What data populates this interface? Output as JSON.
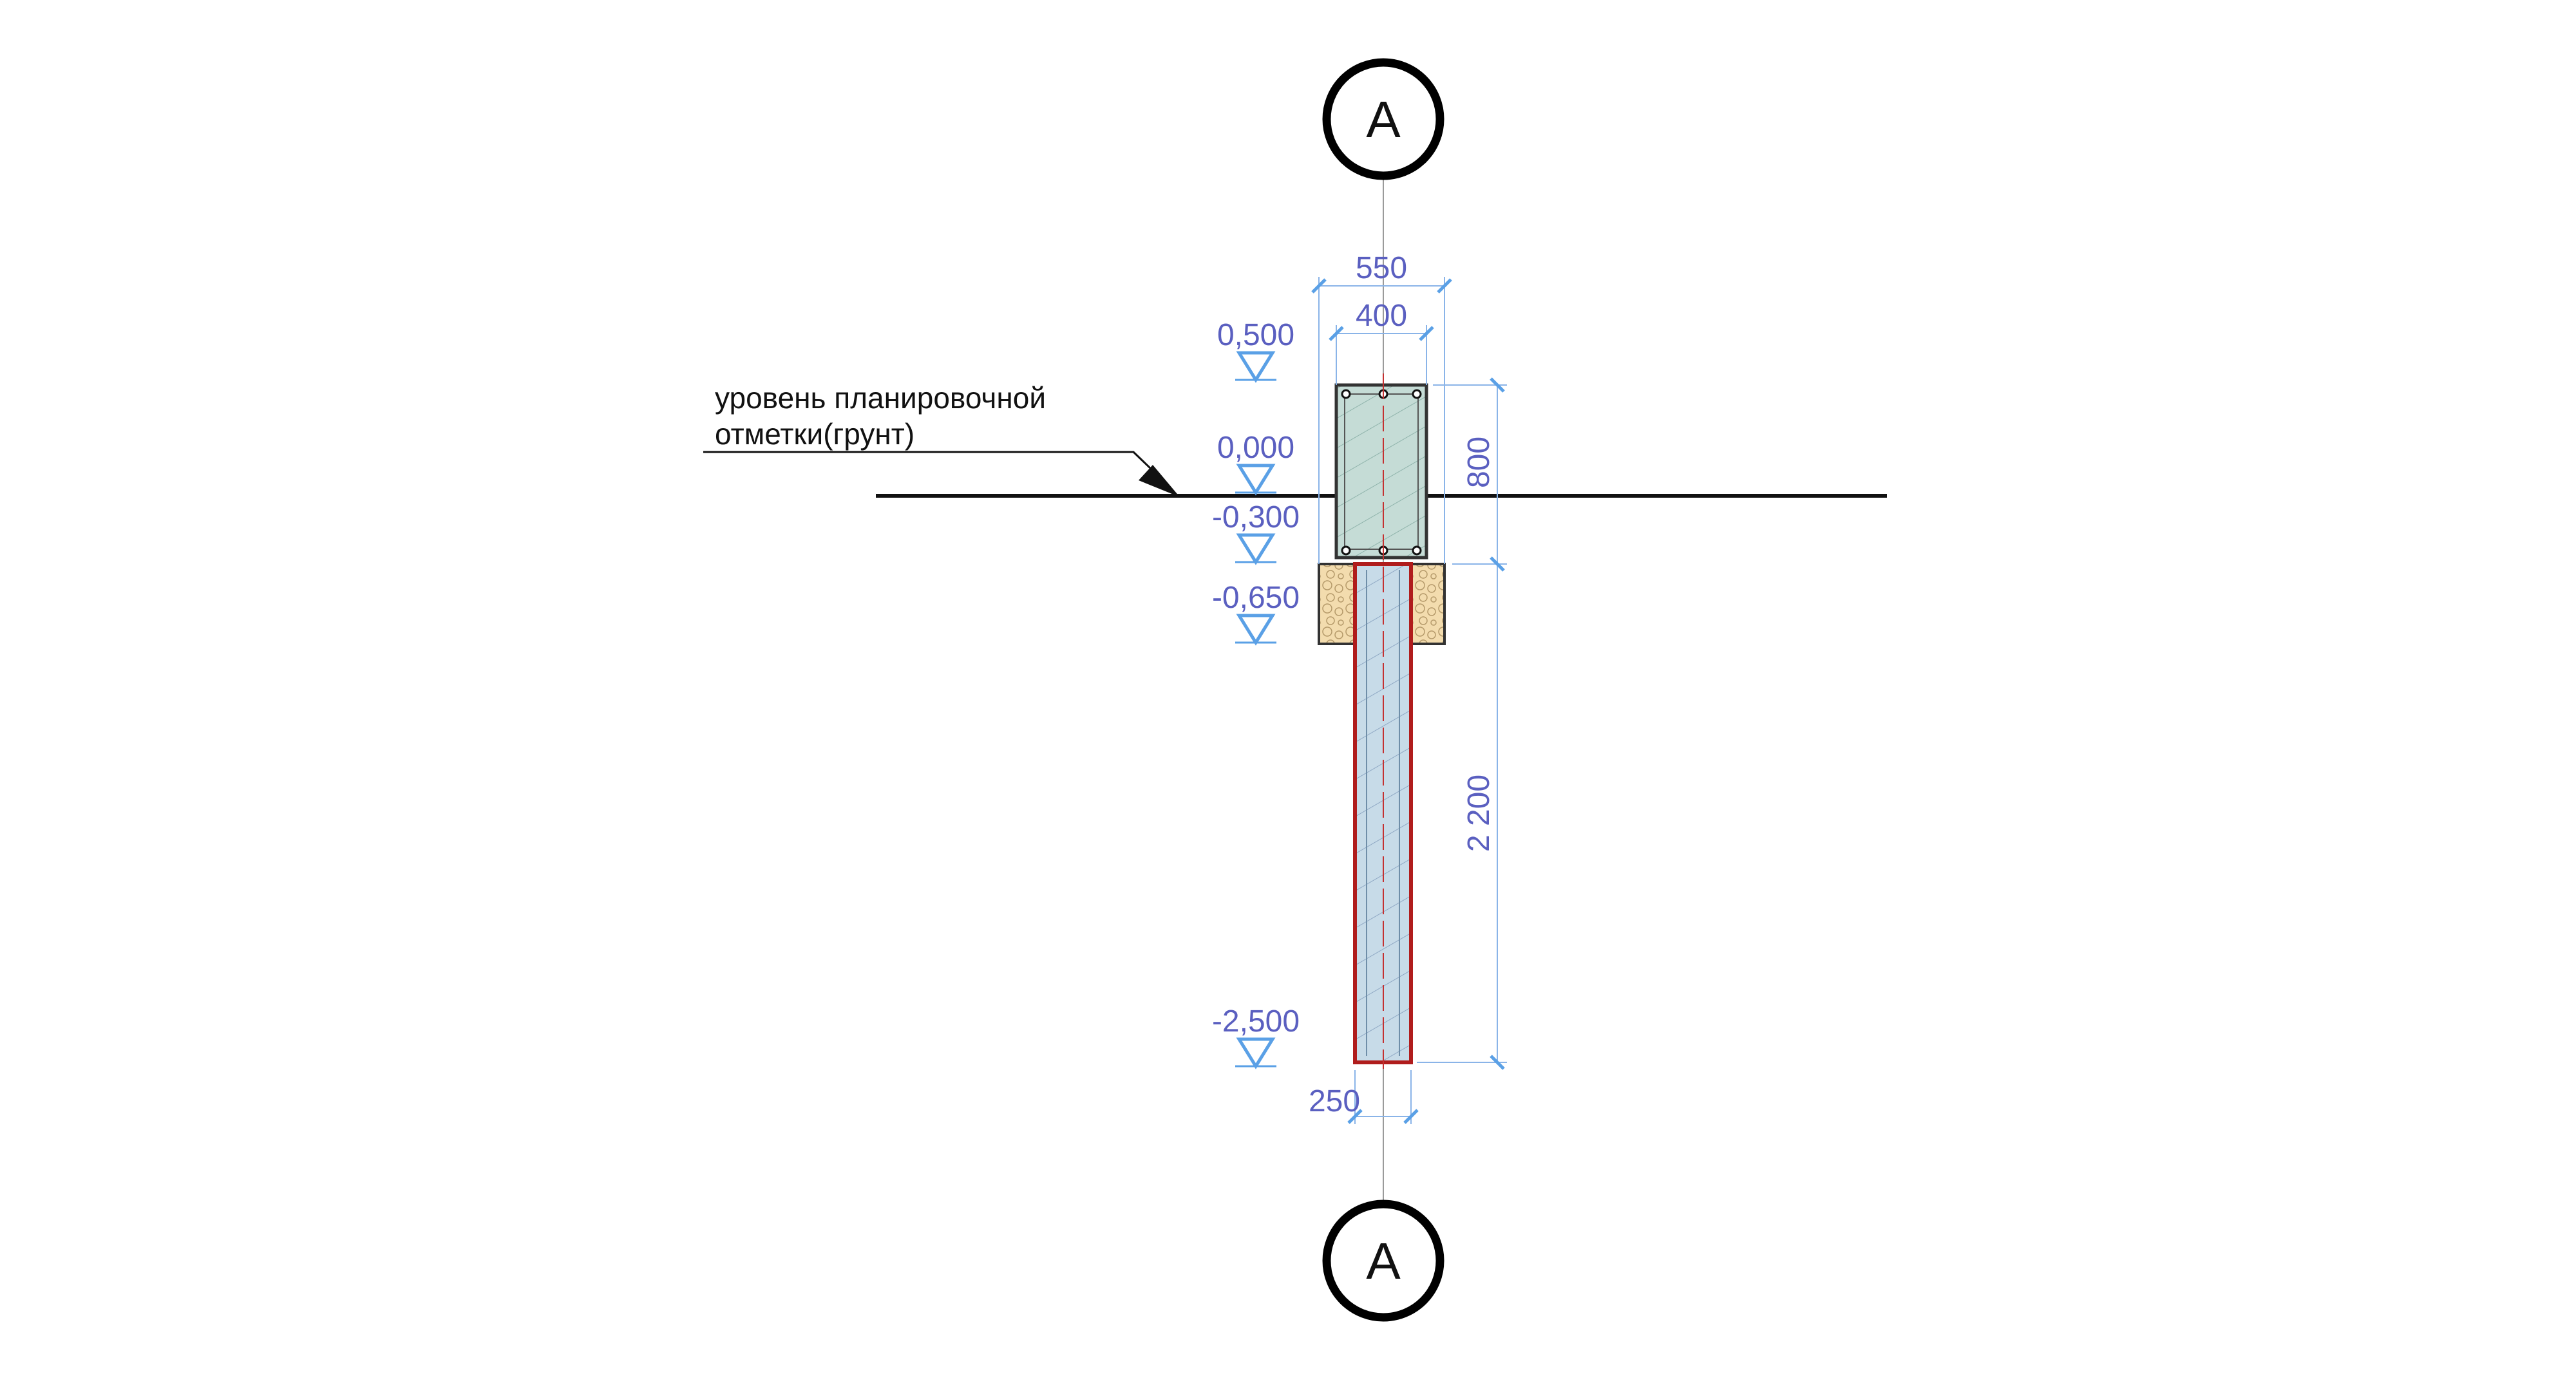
{
  "axes": {
    "top_label": "A",
    "bottom_label": "A"
  },
  "ground_note": {
    "line1": "уровень планировочной",
    "line2": "отметки(грунт)"
  },
  "elevations": [
    {
      "label": "0,500",
      "value": 0.5
    },
    {
      "label": "0,000",
      "value": 0.0
    },
    {
      "label": "-0,300",
      "value": -0.3
    },
    {
      "label": "-0,650",
      "value": -0.65
    },
    {
      "label": "-2,500",
      "value": -2.5
    }
  ],
  "dimensions": {
    "width_sand": "550",
    "width_grillage": "400",
    "width_pile": "250",
    "height_grillage": "800",
    "height_pile": "2 200"
  },
  "colors": {
    "dimension": "#5a5fc0",
    "dimension_line": "#8ab4e8",
    "elevation_marker": "#5aa0e6",
    "grillage_fill": "#c5dcd6",
    "pile_fill": "#c7dbe8",
    "pile_outline": "#b01c1c",
    "sand_fill": "#f3dcae",
    "ground_line": "#111111"
  }
}
